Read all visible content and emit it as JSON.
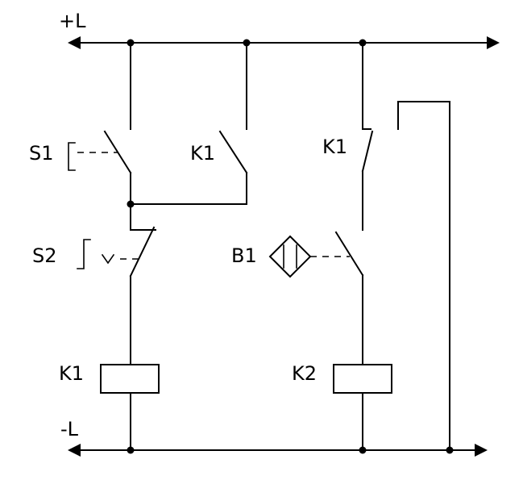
{
  "rails": {
    "positive": "+L",
    "negative": "-L"
  },
  "components": {
    "s1": "S1",
    "k1_hold": "K1",
    "k1_contact": "K1",
    "s2": "S2",
    "b1": "B1",
    "k1_coil": "K1",
    "k2_coil": "K2"
  }
}
